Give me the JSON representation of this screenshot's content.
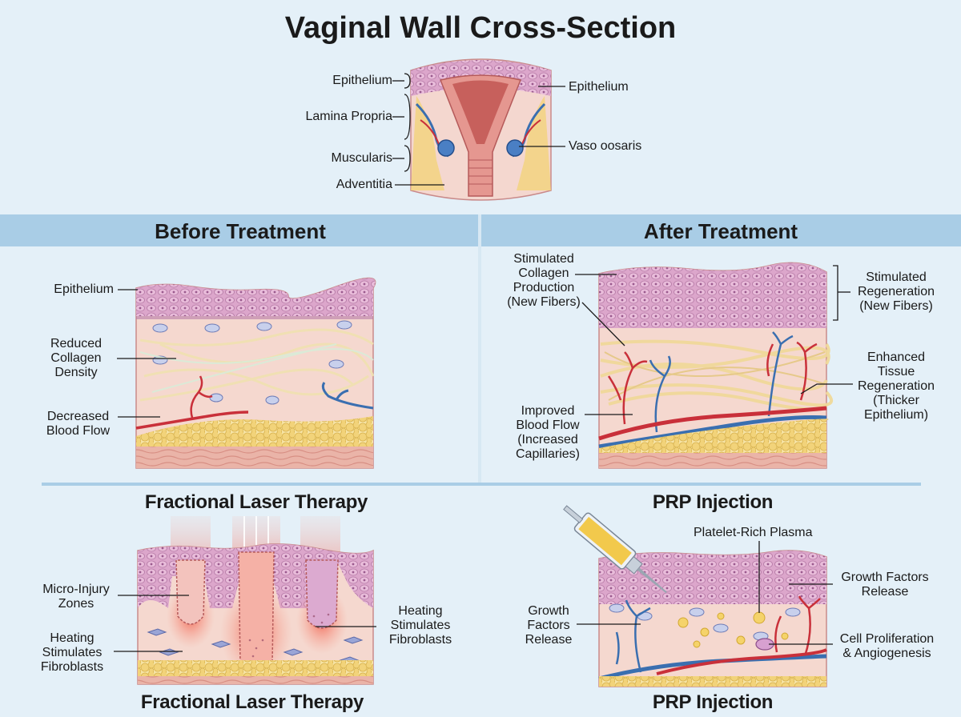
{
  "title": "Vaginal Wall Cross-Section",
  "top_diagram": {
    "left_labels": [
      "Epithelium",
      "Lamina Propria",
      "Muscularis",
      "Adventitia"
    ],
    "right_labels": [
      "Epithelium",
      "Vaso oosaris"
    ]
  },
  "before": {
    "heading": "Before Treatment",
    "labels": {
      "epithelium": "Epithelium",
      "collagen": [
        "Reduced",
        "Collagen",
        "Density"
      ],
      "blood": [
        "Decreased",
        "Blood Flow"
      ]
    }
  },
  "after": {
    "heading": "After Treatment",
    "labels": {
      "collagen": [
        "Stimulated",
        "Collagen",
        "Production",
        "(New Fibers)"
      ],
      "blood": [
        "Improved",
        "Blood Flow",
        "(Increased",
        "Capillaries)"
      ],
      "regeneration": [
        "Stimulated",
        "Regeneration",
        "(New Fibers)"
      ],
      "tissue": [
        "Enhanced",
        "Tissue",
        "Regeneration",
        "(Thicker",
        "Epithelium)"
      ]
    }
  },
  "laser": {
    "heading": "Fractional Laser Therapy",
    "caption": "Fractional Laser Therapy",
    "labels": {
      "micro": [
        "Micro-Injury",
        "Zones"
      ],
      "heating_left": [
        "Heating",
        "Stimulates",
        "Fibroblasts"
      ],
      "heating_right": [
        "Heating",
        "Stimulates",
        "Fibroblasts"
      ]
    }
  },
  "prp": {
    "heading": "PRP Injection",
    "caption": "PRP Injection",
    "labels": {
      "plasma": "Platelet-Rich Plasma",
      "growth_right": [
        "Growth Factors",
        "Release"
      ],
      "growth_left": [
        "Growth",
        "Factors",
        "Release"
      ],
      "cell": [
        "Cell Proliferation",
        "& Angiogenesis"
      ]
    }
  },
  "colors": {
    "background": "#e4f0f8",
    "band": "#a9cde6",
    "epithelium": "#d9a3c8",
    "tissue": "#f3cfc6",
    "fat": "#f1d37a",
    "artery": "#c9303a",
    "vein": "#3a6fb0",
    "laser": "#f07a6a"
  }
}
